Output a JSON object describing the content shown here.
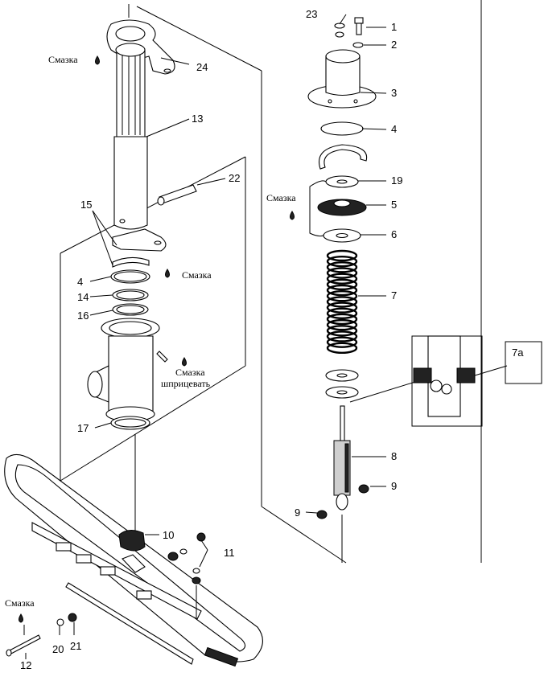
{
  "labels": {
    "p1": "1",
    "p2": "2",
    "p3": "3",
    "p4": "4",
    "p4b": "4",
    "p5": "5",
    "p6": "6",
    "p7": "7",
    "p7a": "7a",
    "p8": "8",
    "p9a": "9",
    "p9b": "9",
    "p10": "10",
    "p11": "11",
    "p12": "12",
    "p13": "13",
    "p14": "14",
    "p15": "15",
    "p16": "16",
    "p17": "17",
    "p19": "19",
    "p20": "20",
    "p21": "21",
    "p22": "22",
    "p23": "23",
    "p24": "24"
  },
  "notes": {
    "grease_top": "Смазка",
    "grease_mid": "Смазка",
    "grease_right": "Смазка",
    "grease_fitting_1": "Смазка",
    "grease_fitting_2": "шприцевать",
    "grease_bottom": "Смазка"
  }
}
